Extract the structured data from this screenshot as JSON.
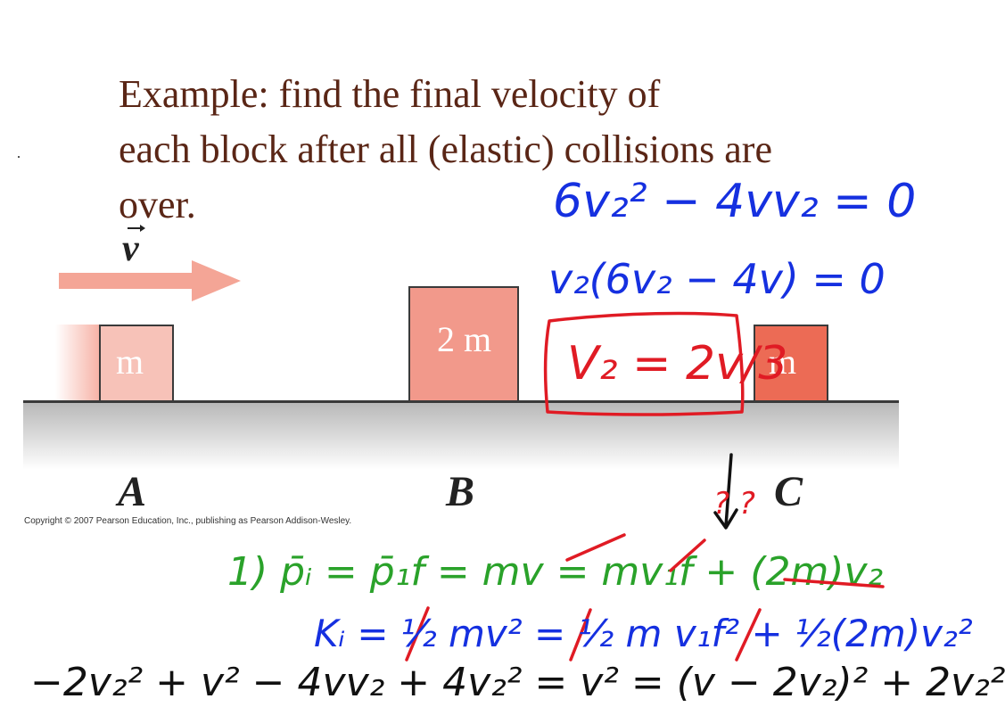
{
  "title": {
    "line1": "Example: find the final velocity of",
    "line2": "each block after all (elastic) collisions are",
    "line3": "over."
  },
  "figure": {
    "velocity_symbol": "v",
    "blocks": [
      {
        "id": "A",
        "mass_label": "m"
      },
      {
        "id": "B",
        "mass_label": "2 m"
      },
      {
        "id": "C",
        "mass_label": "m"
      }
    ],
    "copyright": "Copyright © 2007 Pearson Education, Inc., publishing as Pearson Addison-Wesley."
  },
  "handwriting": {
    "blue_eq1": "6v₂² − 4vv₂ = 0",
    "blue_eq2": "v₂(6v₂ − 4v) = 0",
    "red_box": "V₂ = 2v/3",
    "green_eq": "1)  p̄ᵢ = p̄₁f  = mv = mv₁f + (2m)v₂",
    "blue_energy": "Kᵢ = ½ mv² = ½ m v₁f² + ½(2m)v₂²",
    "black_eq": "−2v₂² + v² − 4vv₂ + 4v₂² = v² = (v − 2v₂)² + 2v₂²",
    "question_marks": "? ?"
  },
  "colors": {
    "title": "#5a2616",
    "block_a": "#f7c2b8",
    "block_b": "#f2998b",
    "block_c": "#ec6b55",
    "ink_blue": "#1530e0",
    "ink_red": "#e01b24",
    "ink_green": "#2aa22a"
  }
}
